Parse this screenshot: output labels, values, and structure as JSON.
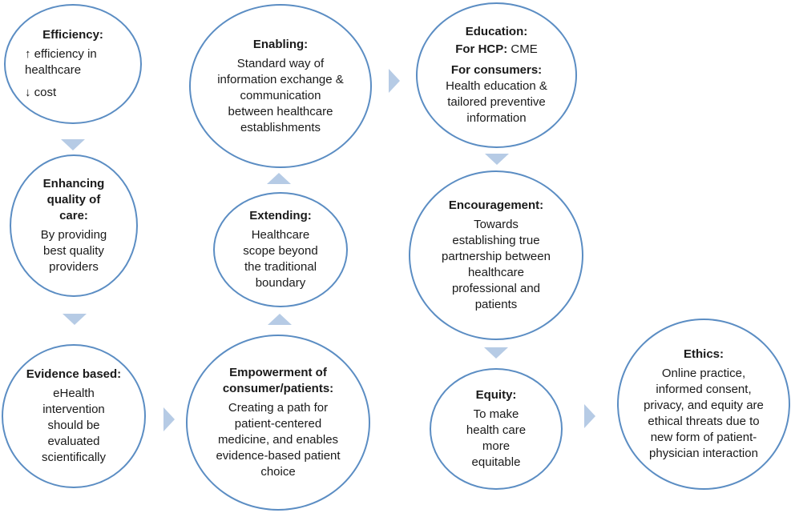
{
  "nodes": {
    "efficiency": {
      "title": "Efficiency:",
      "lines": [
        "↑ efficiency in healthcare",
        "↓ cost"
      ]
    },
    "enhancing": {
      "title": "Enhancing quality of care:",
      "body": "By providing best quality providers"
    },
    "evidence": {
      "title": "Evidence based:",
      "body": "eHealth intervention should be evaluated scientifically"
    },
    "enabling": {
      "title": "Enabling:",
      "body": "Standard way of information exchange & communication between healthcare establishments"
    },
    "extending": {
      "title": "Extending:",
      "body": "Healthcare scope beyond the traditional boundary"
    },
    "empowerment": {
      "title": "Empowerment of consumer/patients:",
      "body": "Creating a path for patient-centered medicine, and enables evidence-based patient choice"
    },
    "education": {
      "title": "Education:",
      "hcp_label": "For HCP:",
      "hcp_value": "CME",
      "consumers_label": "For consumers:",
      "consumers_value": "Health education & tailored preventive information"
    },
    "encouragement": {
      "title": "Encouragement:",
      "body": "Towards establishing true partnership between healthcare professional and patients"
    },
    "equity": {
      "title": "Equity:",
      "body": "To make health care more equitable"
    },
    "ethics": {
      "title": "Ethics:",
      "body": "Online practice, informed consent, privacy, and equity are ethical threats due to new form of patient-physician interaction"
    }
  },
  "colors": {
    "border": "#5b8dc3",
    "arrow": "#b6cbe5"
  }
}
